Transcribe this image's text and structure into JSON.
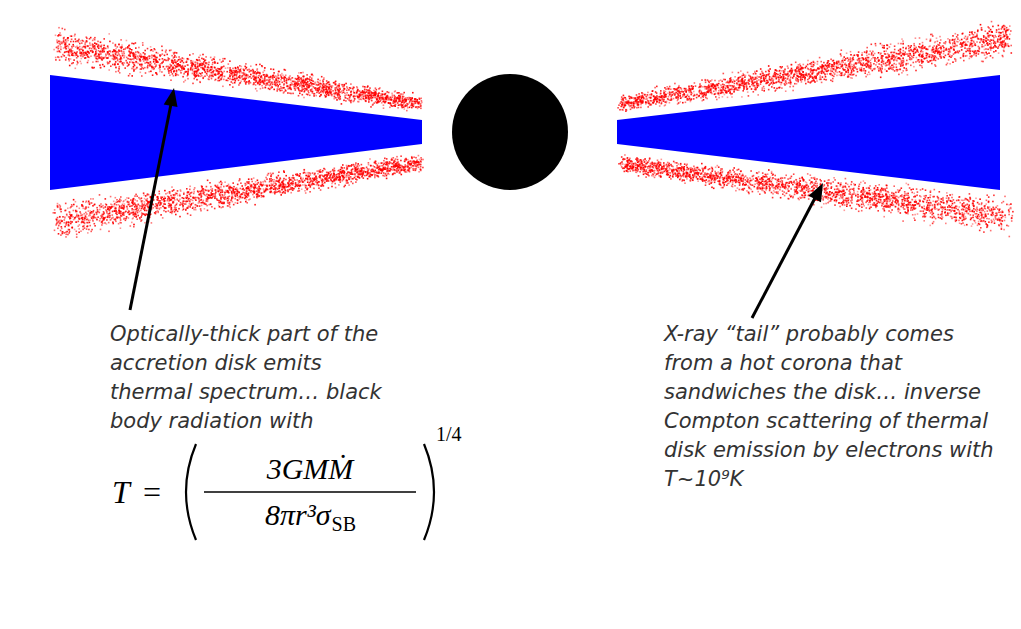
{
  "diagram": {
    "labels": [
      "Optically-thick part of the accretion disk emits thermal spectrum… black body radiation with",
      "T",
      "=",
      "3GMṀ",
      "8πr³σ",
      "SB",
      "1/4",
      "X-ray “tail” probably comes from a hot corona that sandwiches the disk… inverse Compton scattering of thermal disk emission by electrons with T~10⁹K"
    ]
  }
}
